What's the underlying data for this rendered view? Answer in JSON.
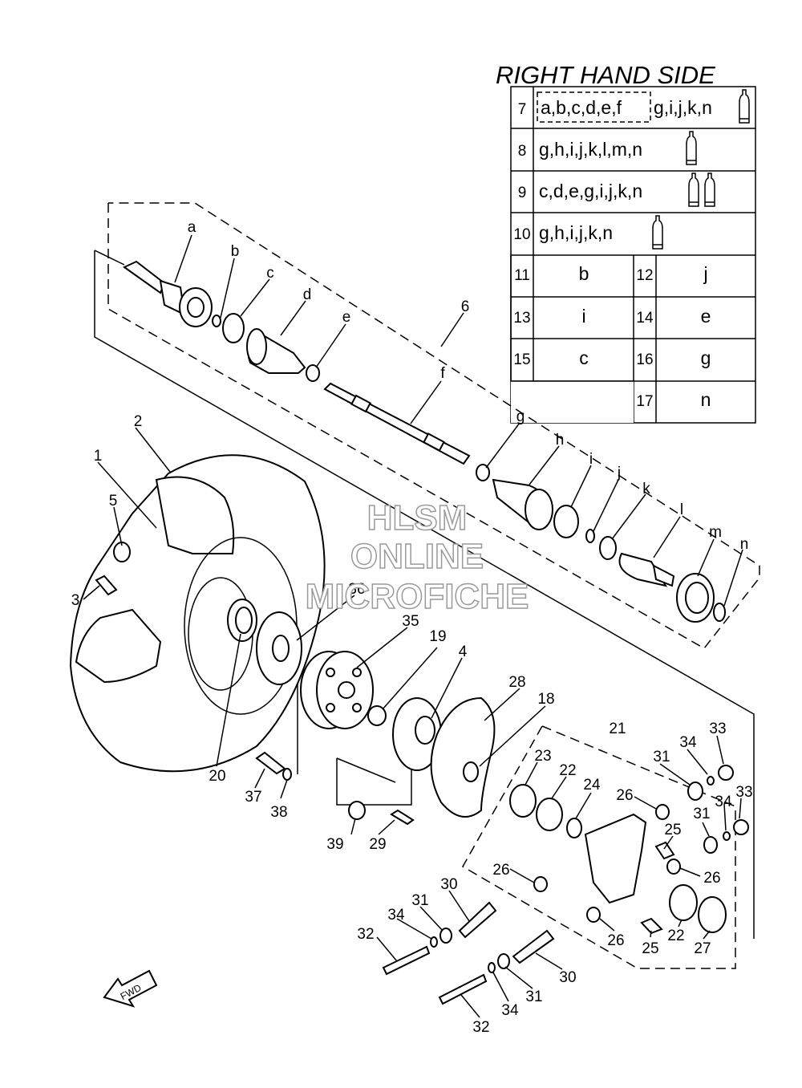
{
  "title": "RIGHT HAND SIDE",
  "watermark": [
    "HLSM",
    "ONLINE",
    "MICROFICHE"
  ],
  "fwd_label": "FWD",
  "table": {
    "full_rows": [
      {
        "num": "7",
        "boxed": "a,b,c,d,e,f",
        "rest": "g,i,j,k,n",
        "tubes": 1
      },
      {
        "num": "8",
        "boxed": "",
        "rest": "g,h,i,j,k,l,m,n",
        "tubes": 1
      },
      {
        "num": "9",
        "boxed": "",
        "rest": "c,d,e,g,i,j,k,n",
        "tubes": 2
      },
      {
        "num": "10",
        "boxed": "",
        "rest": "g,h,i,j,k,n",
        "tubes": 1
      }
    ],
    "pair_rows": [
      {
        "n1": "11",
        "v1": "b",
        "n2": "12",
        "v2": "j"
      },
      {
        "n1": "13",
        "v1": "i",
        "n2": "14",
        "v2": "e"
      },
      {
        "n1": "15",
        "v1": "c",
        "n2": "16",
        "v2": "g"
      },
      {
        "n1": "",
        "v1": "",
        "n2": "17",
        "v2": "n"
      }
    ]
  },
  "callouts": [
    {
      "id": "a",
      "text": "a"
    },
    {
      "id": "b",
      "text": "b"
    },
    {
      "id": "c",
      "text": "c"
    },
    {
      "id": "d",
      "text": "d"
    },
    {
      "id": "e",
      "text": "e"
    },
    {
      "id": "f",
      "text": "f"
    },
    {
      "id": "g",
      "text": "g"
    },
    {
      "id": "h",
      "text": "h"
    },
    {
      "id": "i",
      "text": "i"
    },
    {
      "id": "j",
      "text": "j"
    },
    {
      "id": "k",
      "text": "k"
    },
    {
      "id": "l",
      "text": "l"
    },
    {
      "id": "m",
      "text": "m"
    },
    {
      "id": "n",
      "text": "n"
    },
    {
      "id": "p1",
      "text": "1"
    },
    {
      "id": "p2",
      "text": "2"
    },
    {
      "id": "p3",
      "text": "3"
    },
    {
      "id": "p4",
      "text": "4"
    },
    {
      "id": "p5",
      "text": "5"
    },
    {
      "id": "p6",
      "text": "6"
    },
    {
      "id": "p18",
      "text": "18"
    },
    {
      "id": "p19",
      "text": "19"
    },
    {
      "id": "p20",
      "text": "20"
    },
    {
      "id": "p21",
      "text": "21"
    },
    {
      "id": "p22a",
      "text": "22"
    },
    {
      "id": "p22b",
      "text": "22"
    },
    {
      "id": "p23",
      "text": "23"
    },
    {
      "id": "p24",
      "text": "24"
    },
    {
      "id": "p25a",
      "text": "25"
    },
    {
      "id": "p25b",
      "text": "25"
    },
    {
      "id": "p26a",
      "text": "26"
    },
    {
      "id": "p26b",
      "text": "26"
    },
    {
      "id": "p26c",
      "text": "26"
    },
    {
      "id": "p26d",
      "text": "26"
    },
    {
      "id": "p27",
      "text": "27"
    },
    {
      "id": "p28",
      "text": "28"
    },
    {
      "id": "p29",
      "text": "29"
    },
    {
      "id": "p30a",
      "text": "30"
    },
    {
      "id": "p30b",
      "text": "30"
    },
    {
      "id": "p31a",
      "text": "31"
    },
    {
      "id": "p31b",
      "text": "31"
    },
    {
      "id": "p31c",
      "text": "31"
    },
    {
      "id": "p31d",
      "text": "31"
    },
    {
      "id": "p32a",
      "text": "32"
    },
    {
      "id": "p32b",
      "text": "32"
    },
    {
      "id": "p33a",
      "text": "33"
    },
    {
      "id": "p33b",
      "text": "33"
    },
    {
      "id": "p34a",
      "text": "34"
    },
    {
      "id": "p34b",
      "text": "34"
    },
    {
      "id": "p34c",
      "text": "34"
    },
    {
      "id": "p34d",
      "text": "34"
    },
    {
      "id": "p35",
      "text": "35"
    },
    {
      "id": "p36",
      "text": "36"
    },
    {
      "id": "p37",
      "text": "37"
    },
    {
      "id": "p38",
      "text": "38"
    },
    {
      "id": "p39",
      "text": "39"
    }
  ]
}
